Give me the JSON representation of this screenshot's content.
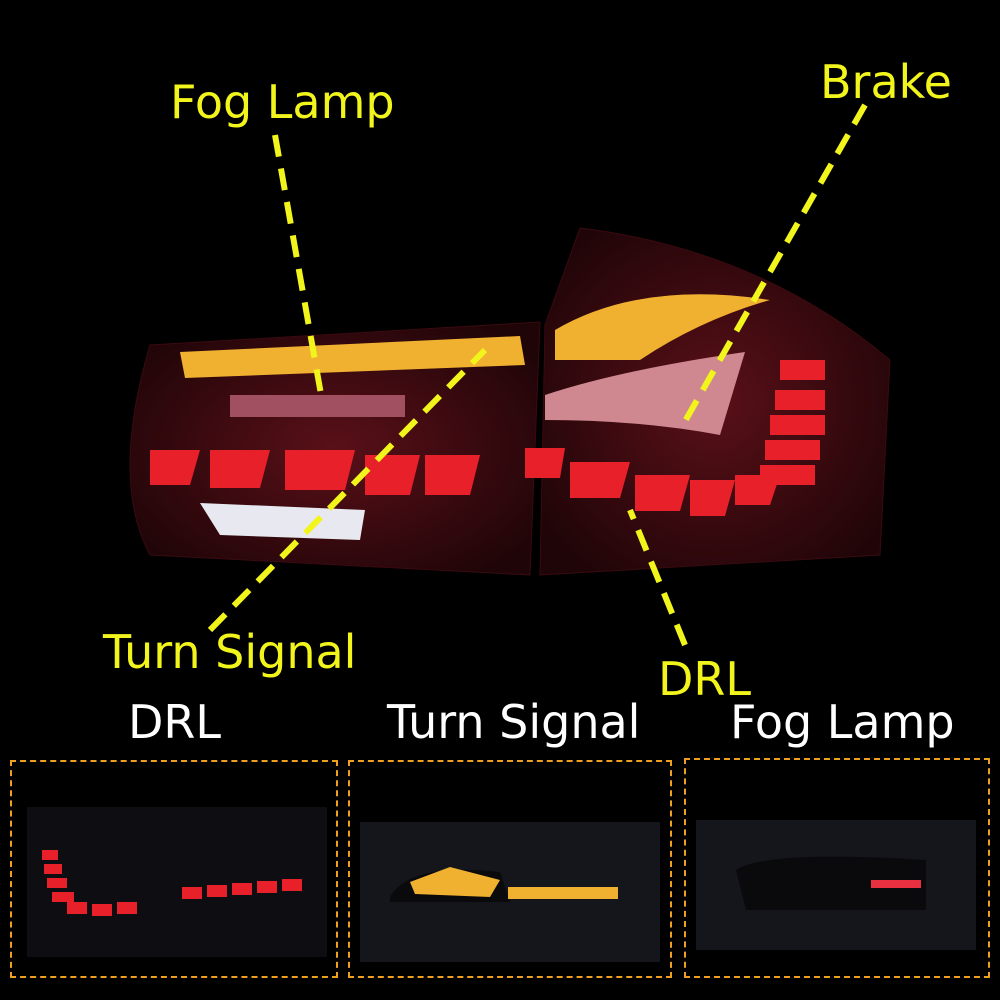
{
  "callouts": {
    "fog_lamp": "Fog Lamp",
    "brake": "Brake",
    "turn_signal": "Turn Signal",
    "drl": "DRL"
  },
  "panels": [
    {
      "label": "DRL"
    },
    {
      "label": "Turn Signal"
    },
    {
      "label": "Fog Lamp"
    }
  ],
  "colors": {
    "callout": "#f2f51c",
    "panel_border": "#f0a020",
    "drl_red": "#e8202a",
    "amber": "#f0b030"
  }
}
